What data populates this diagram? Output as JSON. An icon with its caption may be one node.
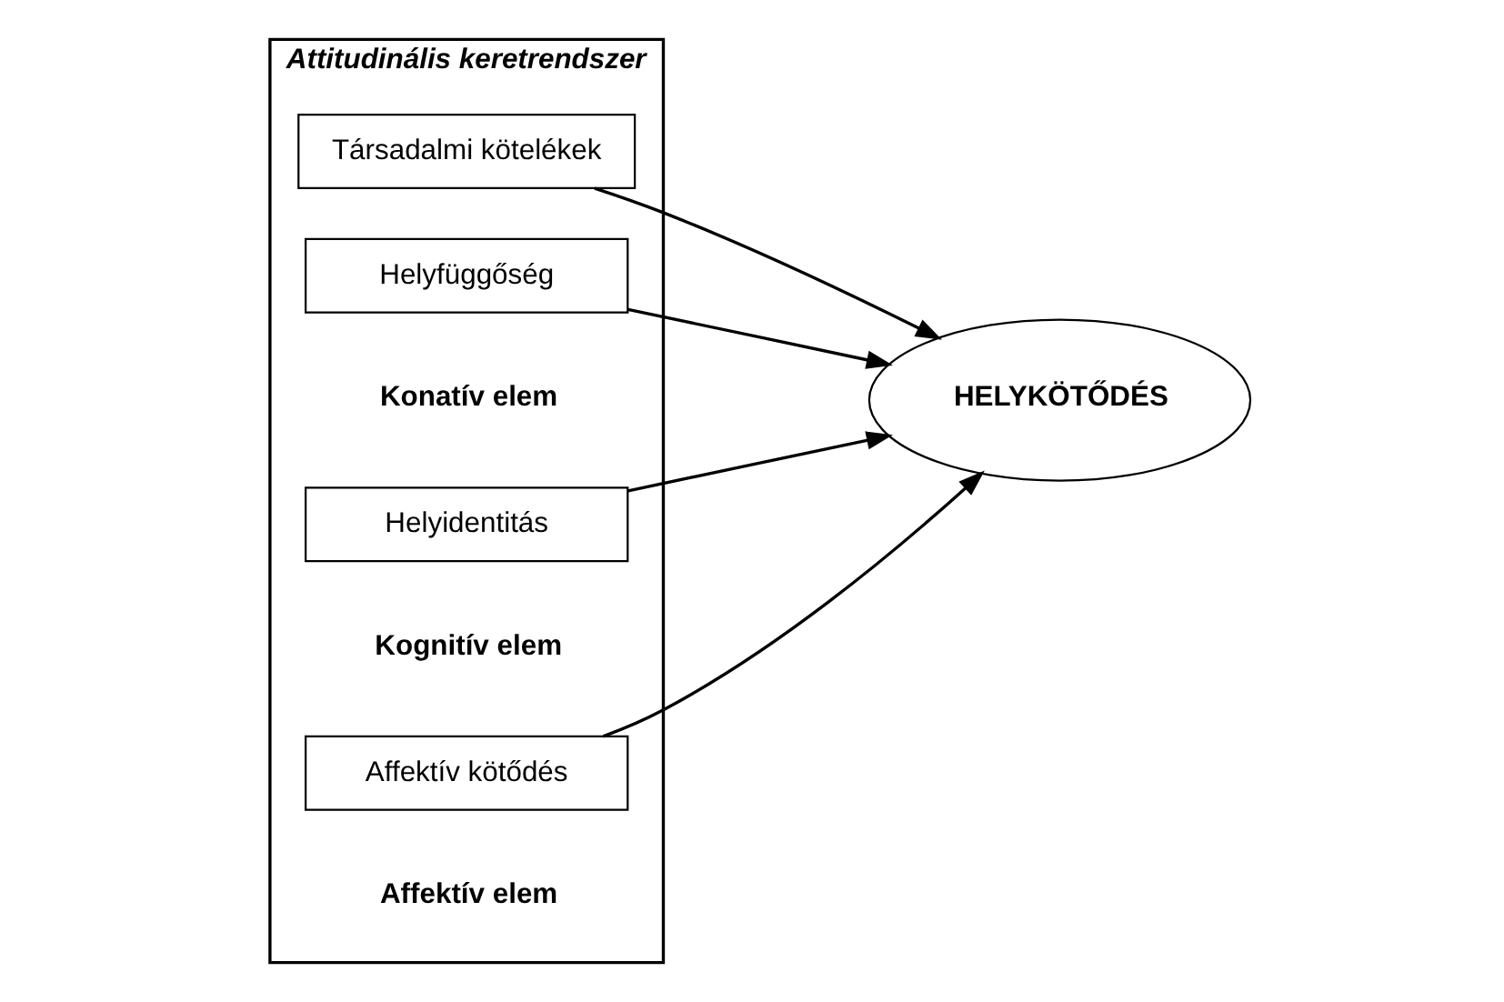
{
  "diagram": {
    "nodes": [
      {
        "text": [
          "Attitudinális keretrendszer"
        ]
      },
      {
        "text": [
          "Affektív kötődés"
        ],
        "in": 0
      },
      {
        "text": [
          "Helyidentitás"
        ],
        "in": 0
      },
      {
        "text": [
          "Helyfüggőség"
        ],
        "in": 0
      },
      {
        "text": [
          "Társadalmi kötelékek"
        ],
        "in": 0
      },
      {
        "text": [
          "HELYKÖTŐDÉS"
        ]
      }
    ],
    "edges": [
      {
        "from": 1,
        "to": 5,
        "arrow": "to"
      },
      {
        "from": 2,
        "to": 5,
        "arrow": "to"
      },
      {
        "from": 3,
        "to": 5,
        "arrow": "to"
      },
      {
        "from": 4,
        "to": 5,
        "arrow": "to"
      }
    ],
    "labels": [
      "Affektív elem",
      "Kognitív elem",
      "Konatív elem"
    ]
  }
}
